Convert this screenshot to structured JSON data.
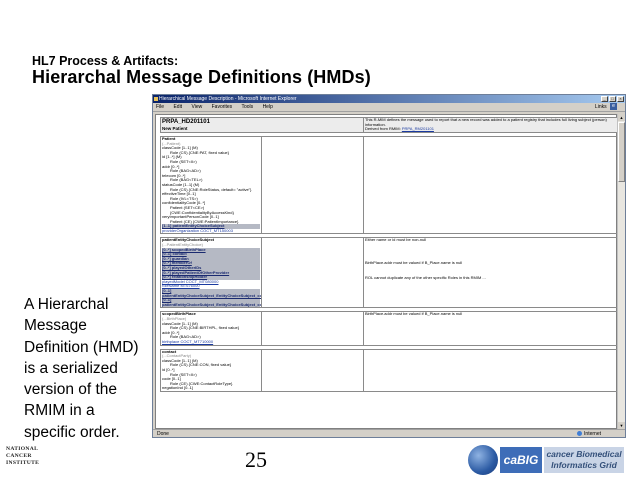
{
  "slide": {
    "kicker": "HL7 Process & Artifacts:",
    "title": "Hierarchal Message Definitions (HMDs)",
    "side_text_lines": [
      "A Hierarchal",
      "Message",
      "Definition (HMD)",
      "is a serialized",
      "version of the",
      "RMIM in a",
      "specific order."
    ],
    "page_number": "25"
  },
  "logos": {
    "nci_lines": [
      "NATIONAL",
      "CANCER",
      "INSTITUTE"
    ],
    "cabig_mark": "caBIG",
    "cabig_tagline_1": "cancer Biomedical",
    "cabig_tagline_2": "Informatics Grid"
  },
  "browser": {
    "title": "Hierarchical Message Description - Microsoft Internet Explorer",
    "menu": [
      "File",
      "Edit",
      "View",
      "Favorites",
      "Tools",
      "Help"
    ],
    "links_label": "Links",
    "status_text": "Done",
    "zone_label": "Internet",
    "title_icon": "ie-page-icon",
    "colors": {
      "titlebar": "#0a246a",
      "highlight_row": "#b5b9c4",
      "link": "#1a3aa0"
    }
  },
  "hmd": {
    "header": {
      "id": "PRPA_HD201101",
      "name": "New Patient",
      "description": "This R-MIM defines the message used to report that a new record was added to a patient registry that includes full living subject (person) information.",
      "derived_label": "Derived from RMIM:",
      "derived_link": "PRPA_RM201101"
    },
    "patient": {
      "title": "Patient",
      "subtitle": "(...Patient)",
      "lines": [
        {
          "t": "classCode [1..1] (M)",
          "i": 0
        },
        {
          "t": "Role (CS) {CNE:PAT, fixed value}",
          "i": 1
        },
        {
          "t": "id [1..*] (M)",
          "i": 0
        },
        {
          "t": "Role (SET<II>)",
          "i": 1
        },
        {
          "t": "addr [0..*]",
          "i": 0
        },
        {
          "t": "Role (BAG<AD>)",
          "i": 1
        },
        {
          "t": "telecom [0..*]",
          "i": 0
        },
        {
          "t": "Role (BAG<TEL>)",
          "i": 1
        },
        {
          "t": "statusCode [1..1] (M)",
          "i": 0
        },
        {
          "t": "Role (CS) {CNE:RoleStatus, default= \"active\"}",
          "i": 1
        },
        {
          "t": "effectiveTime [0..1]",
          "i": 0
        },
        {
          "t": "Role (IVL<TS>)",
          "i": 1
        },
        {
          "t": "confidentialityCode [0..*]",
          "i": 0
        },
        {
          "t": "Patient (SET<CE>) {CWE:ConfidentialityByAccessKind}",
          "i": 1
        },
        {
          "t": "veryImportantPersonCode [0..1]",
          "i": 0
        },
        {
          "t": "Patient (CE) {CWE:PatientImportance}",
          "i": 1
        }
      ],
      "highlight": "[1..1] patientEntityChoiceSubject",
      "provider": "providerOrganization  COCT_MT150003"
    },
    "pecs": {
      "title": "patientEntityChoiceSubject",
      "subtitle": "(...PatientEntityChoice)",
      "rows": [
        "[0..*] scopedBirthPlace",
        "[0..1] contact",
        "[0..*] guardian",
        "[0..*] memberOf",
        "[0..*] playedOtherIDs",
        "[0..*] playedPatientOfOtherProvider",
        "[0..*] relationshipHolder"
      ],
      "played_model": "playedModel  COCT_MT080000",
      "role_name": "roleName  MT676000",
      "sub_rows": [
        "[0..1] patientEntityChoiceSubject_EntityChoiceSubject_comp1_1",
        "[0..1] patientEntityChoiceSubject_EntityChoiceSubject_comp2_1"
      ],
      "note_top": "Either name or id must be non-null",
      "note_addr": "BirthPlace.addr must be valued if B_Place.name is null",
      "note_rol": "ROL cannot duplicate any of the other specific Roles in this RMIM ..."
    },
    "birthplace": {
      "title": "scopedBirthPlace",
      "subtitle": "(...BirthPlace)",
      "lines": [
        {
          "t": "classCode [1..1] (M)",
          "i": 0
        },
        {
          "t": "Role (CS) {CNE:BIRTHPL, fixed value}",
          "i": 1
        },
        {
          "t": "addr [0..*]",
          "i": 0
        },
        {
          "t": "Role (BAG<AD>)",
          "i": 1
        }
      ],
      "birthplace_link": "birthplace  COCT_MT710000",
      "note": "BirthPlace.addr must be valued if B_Place.name is null"
    },
    "contact": {
      "title": "contact",
      "subtitle": "(...ContactParty)",
      "lines": [
        {
          "t": "classCode [1..1] (M)",
          "i": 0
        },
        {
          "t": "Role (CS) {CNE:CON, fixed value}",
          "i": 1
        },
        {
          "t": "id [0..*]",
          "i": 0
        },
        {
          "t": "Role (SET<II>)",
          "i": 1
        },
        {
          "t": "code [0..1]",
          "i": 0
        },
        {
          "t": "Role (CE) {CWE:ContactRoleType}",
          "i": 1
        },
        {
          "t": "negationInd [0..1]",
          "i": 0
        }
      ]
    }
  }
}
